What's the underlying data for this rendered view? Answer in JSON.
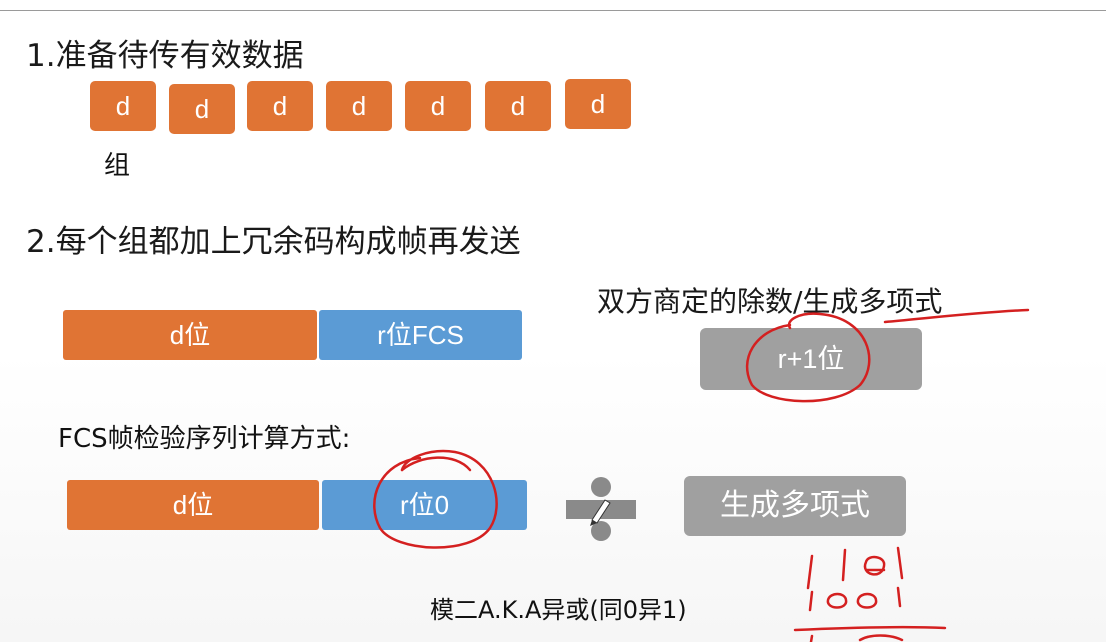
{
  "step1": {
    "title": "1.准备待传有效数据",
    "cells": [
      "d",
      "d",
      "d",
      "d",
      "d",
      "d",
      "d"
    ],
    "group_label": "组"
  },
  "step2": {
    "title": "2.每个组都加上冗余码构成帧再发送"
  },
  "frame": {
    "data_label": "d位",
    "fcs_label": "r位FCS"
  },
  "generator": {
    "note": "双方商定的除数/生成多项式",
    "bits_label": "r+1位"
  },
  "fcs_calc": {
    "title": "FCS帧检验序列计算方式:",
    "data_label": "d位",
    "zeros_label": "r位0",
    "divisor_label": "生成多项式",
    "mod_note": "模二A.K.A异或(同0异1)"
  },
  "colors": {
    "orange": "#e07434",
    "blue": "#5b9bd5",
    "gray": "#a0a0a0",
    "ink": "#d42020"
  }
}
